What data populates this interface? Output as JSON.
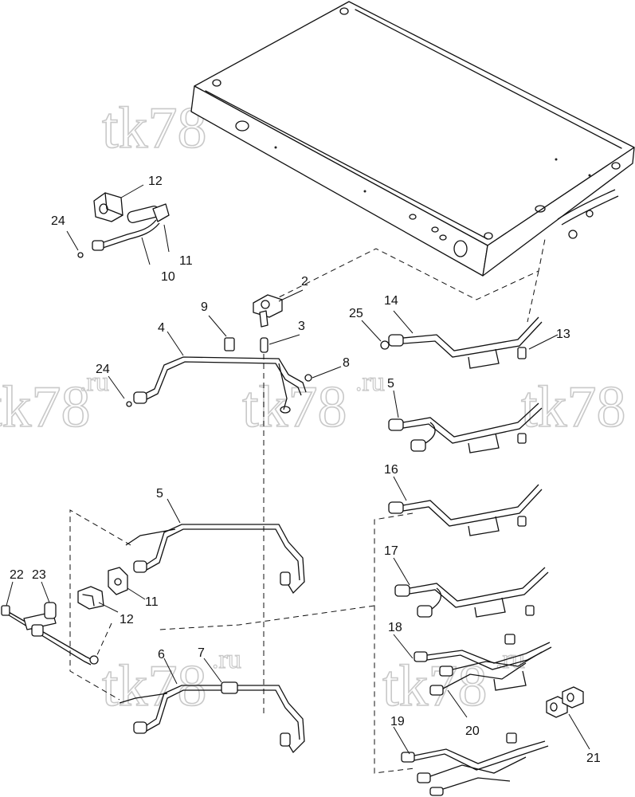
{
  "watermark": {
    "main": "tk78",
    "suffix": ".ru"
  },
  "callouts": {
    "c2": "2",
    "c3": "3",
    "c4": "4",
    "c5a": "5",
    "c5b": "5",
    "c6": "6",
    "c7": "7",
    "c8": "8",
    "c9": "9",
    "c10": "10",
    "c11a": "11",
    "c11b": "11",
    "c12a": "12",
    "c12b": "12",
    "c13": "13",
    "c14": "14",
    "c16": "16",
    "c17": "17",
    "c18": "18",
    "c19": "19",
    "c20": "20",
    "c21": "21",
    "c22": "22",
    "c23": "23",
    "c24a": "24",
    "c24b": "24",
    "c25": "25"
  }
}
